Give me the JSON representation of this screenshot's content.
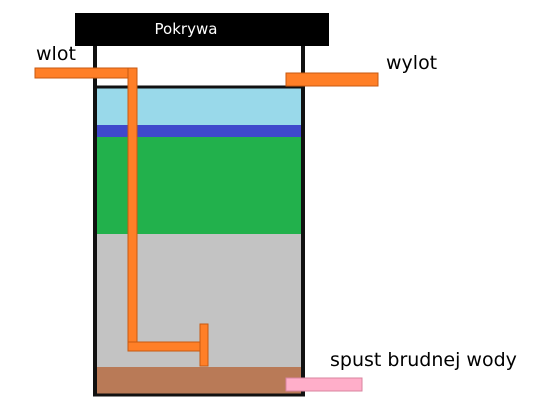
{
  "labels": {
    "lid": "Pokrywa",
    "inlet": "wlot",
    "outlet": "wylot",
    "drain": "spust brudnej wody"
  },
  "colors": {
    "lid": "#000000",
    "tank_wall": "#111111",
    "water_top": "#99d9ea",
    "separator": "#3f48cc",
    "filter": "#22b14c",
    "gravel": "#c3c3c3",
    "sludge": "#b97a57",
    "pipe": "#ff7f27",
    "drain_pipe": "#ffaec9"
  }
}
